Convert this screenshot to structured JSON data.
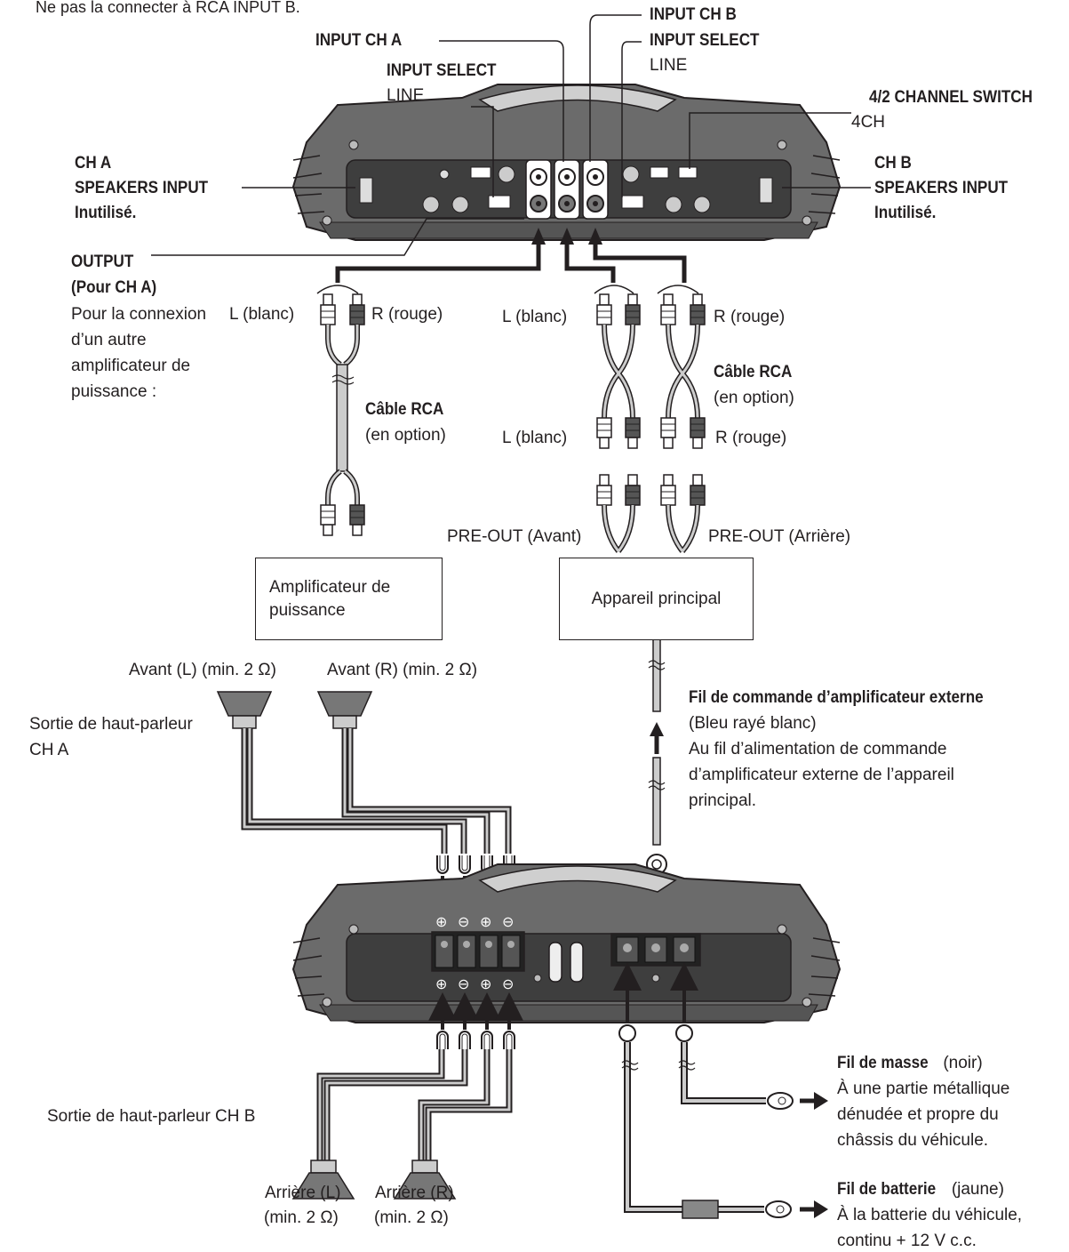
{
  "top_note": "Ne pas la connecter à RCA INPUT B.",
  "labels": {
    "input_ch_a": "INPUT CH A",
    "input_select_a": "INPUT SELECT",
    "line_a": "LINE",
    "input_ch_b": "INPUT CH B",
    "input_select_b": "INPUT SELECT",
    "line_b": "LINE",
    "channel_switch": "4/2 CHANNEL SWITCH",
    "channel_switch_value": "4CH",
    "ch_a_line1": "CH A",
    "ch_a_line2": "SPEAKERS INPUT",
    "ch_a_line3": "Inutilisé.",
    "ch_b_line1": "CH B",
    "ch_b_line2": "SPEAKERS INPUT",
    "ch_b_line3": "Inutilisé.",
    "output_title": "OUTPUT",
    "output_sub": "(Pour CH A)",
    "output_desc1": "Pour la connexion",
    "output_desc2": "d’un autre",
    "output_desc3": "amplificateur de",
    "output_desc4": "puissance :",
    "l_blanc_1": "L (blanc)",
    "r_rouge_1": "R (rouge)",
    "l_blanc_2": "L (blanc)",
    "r_rouge_2": "R (rouge)",
    "l_blanc_3": "L (blanc)",
    "r_rouge_3": "R (rouge)",
    "cable_rca_1": "Câble RCA",
    "en_option_1": "(en option)",
    "cable_rca_2": "Câble RCA",
    "en_option_2": "(en option)",
    "preout_front": "PRE-OUT (Avant)",
    "preout_rear": "PRE-OUT (Arrière)",
    "power_amp_box_1": "Amplificateur de",
    "power_amp_box_2": "puissance",
    "head_unit_box": "Appareil principal",
    "front_l": "Avant (L) (min. 2 Ω)",
    "front_r": "Avant (R) (min. 2 Ω)",
    "speaker_out_a_1": "Sortie de haut-parleur",
    "speaker_out_a_2": "CH A",
    "remote_title": "Fil de commande d’amplificateur externe",
    "remote_color": "(Bleu rayé blanc)",
    "remote_desc1": "Au fil d’alimentation de commande",
    "remote_desc2": "d’amplificateur externe de l’appareil",
    "remote_desc3": "principal.",
    "speaker_out_b": "Sortie de haut-parleur CH B",
    "rear_l_1": "Arrière (L)",
    "rear_l_2": "(min. 2 Ω)",
    "rear_r_1": "Arrière (R)",
    "rear_r_2": "(min. 2 Ω)",
    "ground_title": "Fil de masse",
    "ground_color": "(noir)",
    "ground_desc1": "À une partie métallique",
    "ground_desc2": "dénudée et propre du",
    "ground_desc3": "châssis du véhicule.",
    "battery_title": "Fil de batterie",
    "battery_color": "(jaune)",
    "battery_desc1": "À la batterie du véhicule,",
    "battery_desc2": "continu + 12 V c.c."
  },
  "polarity_symbols": [
    "⊕",
    "⊖",
    "⊕",
    "⊖"
  ]
}
